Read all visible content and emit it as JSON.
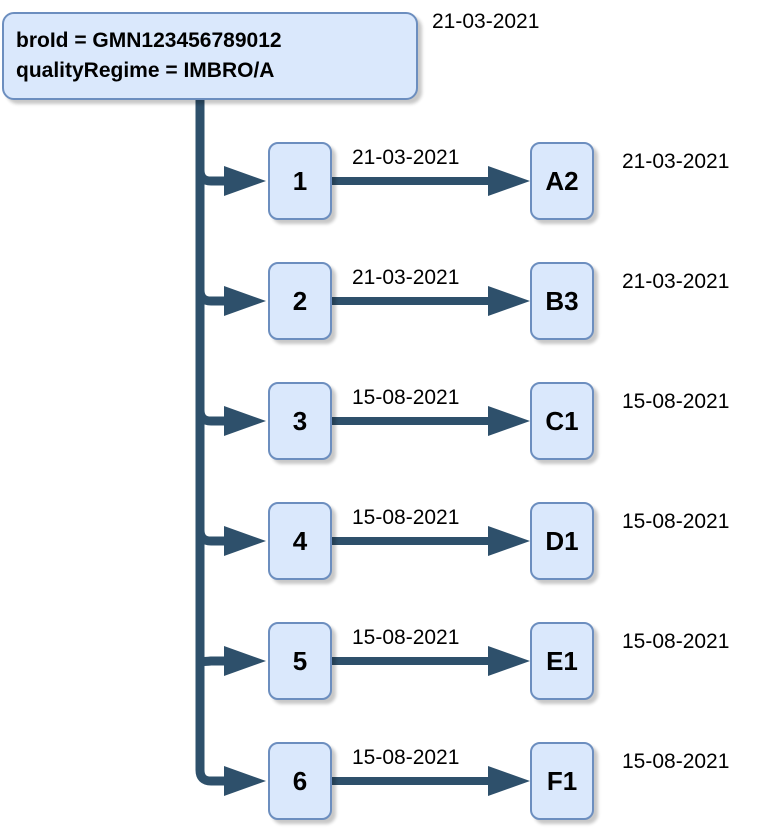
{
  "diagram": {
    "type": "tree-flow",
    "top_date": "21-03-2021",
    "root": {
      "lines": [
        "broId = GMN123456789012",
        "qualityRegime = IMBRO/A"
      ]
    },
    "rows": [
      {
        "left": "1",
        "edge_date": "21-03-2021",
        "right": "A2",
        "side_date": "21-03-2021"
      },
      {
        "left": "2",
        "edge_date": "21-03-2021",
        "right": "B3",
        "side_date": "21-03-2021"
      },
      {
        "left": "3",
        "edge_date": "15-08-2021",
        "right": "C1",
        "side_date": "15-08-2021"
      },
      {
        "left": "4",
        "edge_date": "15-08-2021",
        "right": "D1",
        "side_date": "15-08-2021"
      },
      {
        "left": "5",
        "edge_date": "15-08-2021",
        "right": "E1",
        "side_date": "15-08-2021"
      },
      {
        "left": "6",
        "edge_date": "15-08-2021",
        "right": "F1",
        "side_date": "15-08-2021"
      }
    ],
    "colors": {
      "node_fill": "#dae8fc",
      "node_border": "#6c8ebf",
      "connector": "#2e506b",
      "text": "#000000",
      "background": "#ffffff"
    }
  }
}
